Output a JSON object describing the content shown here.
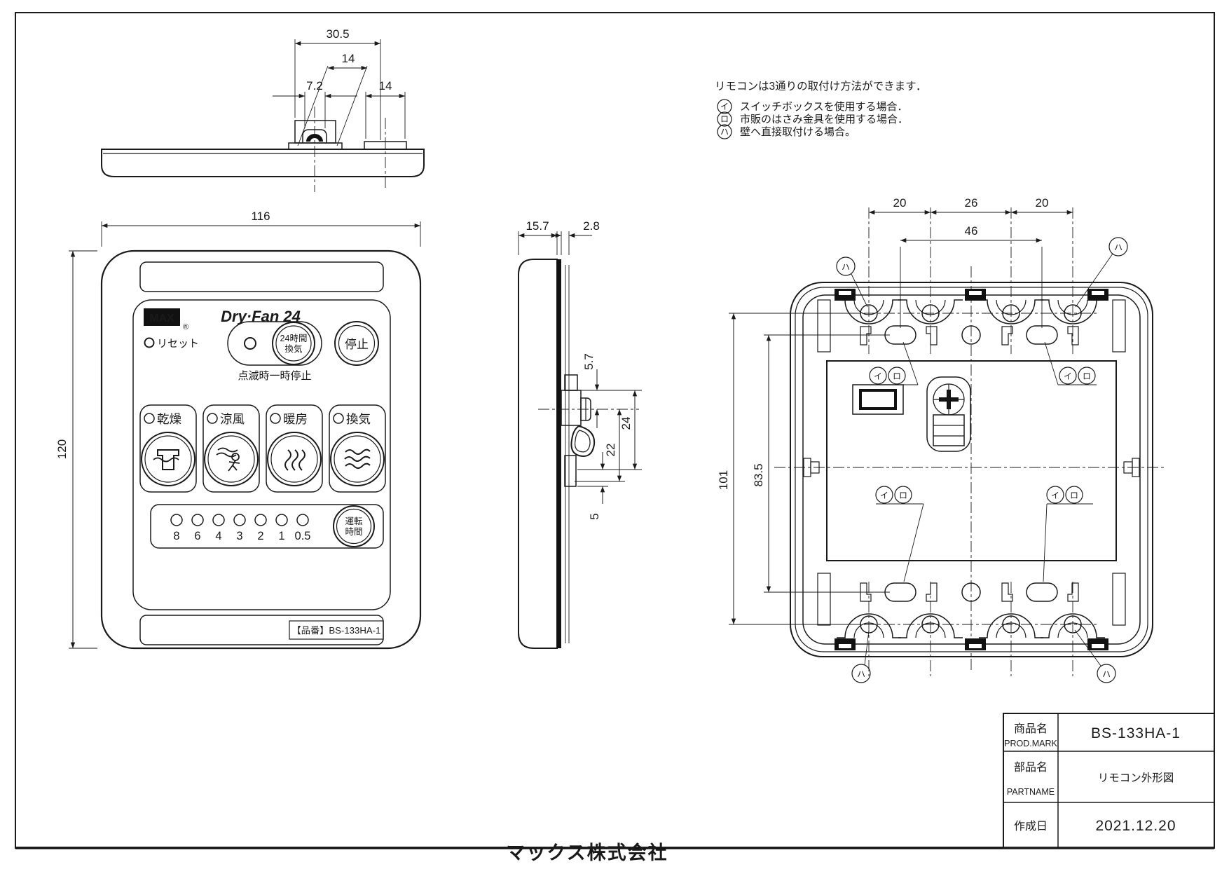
{
  "page": {
    "company_logo": "マックス株式会社"
  },
  "notes": {
    "title": "リモコンは3通りの取付け方法ができます．",
    "item1_marker": "イ",
    "item1_text": "スイッチボックスを使用する場合．",
    "item2_marker": "ロ",
    "item2_text": "市販のはさみ金具を使用する場合．",
    "item3_marker": "ハ",
    "item3_text": "壁へ直接取付ける場合。"
  },
  "front": {
    "brand": "MAX",
    "reg": "®",
    "logo": "Dry·Fan 24",
    "reset": "リセット",
    "vent24_l1": "24時間",
    "vent24_l2": "換気",
    "blink_note": "点滅時一時停止",
    "stop": "停止",
    "mode1": "乾燥",
    "mode2": "涼風",
    "mode3": "暖房",
    "mode4": "換気",
    "t8": "8",
    "t6": "6",
    "t4": "4",
    "t3": "3",
    "t2": "2",
    "t1": "1",
    "t05": "0.5",
    "run_l1": "運転",
    "run_l2": "時間",
    "part_label": "【品番】BS-133HA-1"
  },
  "dims": {
    "w305": "30.5",
    "w14a": "14",
    "w72": "7.2",
    "w14b": "14",
    "w116": "116",
    "h120": "120",
    "d157": "15.7",
    "d28": "2.8",
    "h57": "5.7",
    "h24": "24",
    "h22": "22",
    "h5": "5",
    "p20a": "20",
    "p26": "26",
    "p20b": "20",
    "p46": "46",
    "h101": "101",
    "h835": "83.5"
  },
  "rear": {
    "marker_i": "イ",
    "marker_ro": "ロ",
    "marker_ha": "ハ"
  },
  "title_block": {
    "row1_label_jp": "商品名",
    "row1_label_en": "PROD.MARK",
    "row1_value": "BS-133HA-1",
    "row2_label_jp": "部品名",
    "row2_label_en": "PARTNAME",
    "row2_value": "リモコン外形図",
    "row3_label_jp": "作成日",
    "row3_value": "2021.12.20"
  }
}
